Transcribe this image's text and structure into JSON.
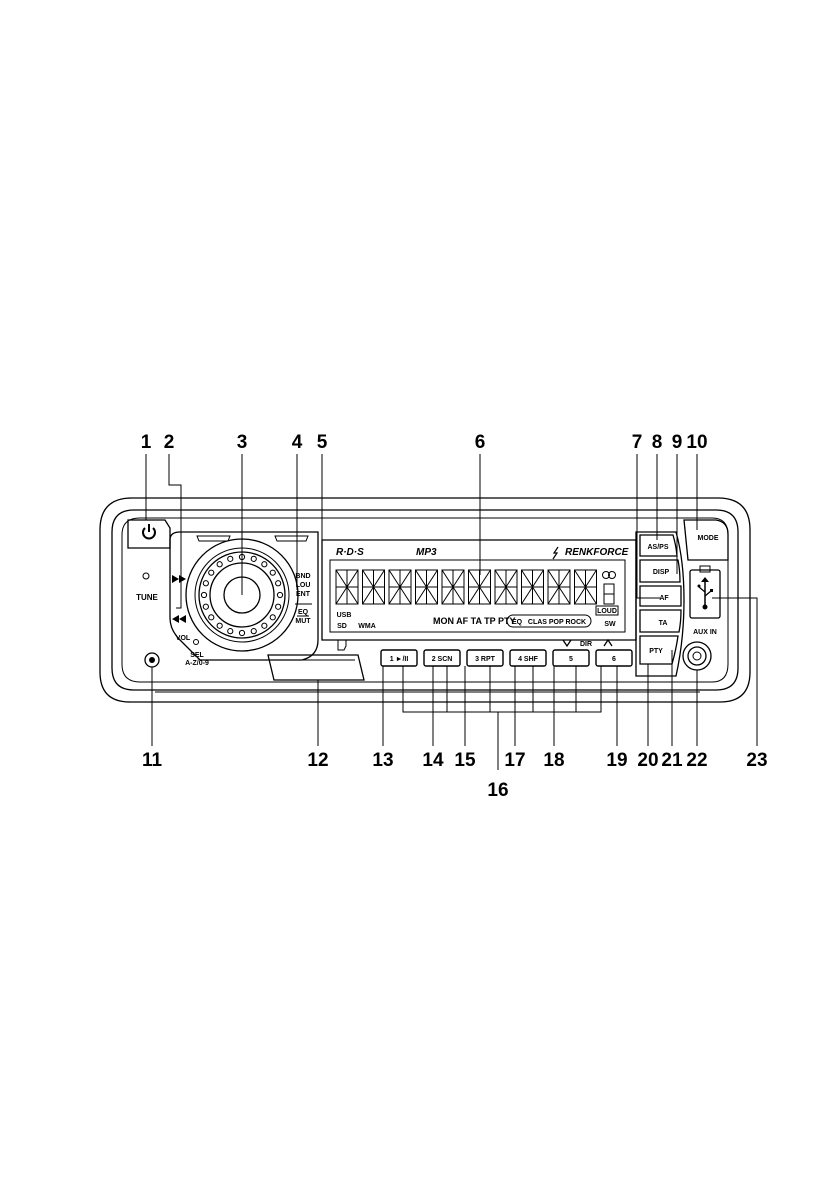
{
  "callouts": [
    "1",
    "2",
    "3",
    "4",
    "5",
    "6",
    "7",
    "8",
    "9",
    "10",
    "11",
    "12",
    "13",
    "14",
    "15",
    "16",
    "17",
    "18",
    "19",
    "20",
    "21",
    "22",
    "23"
  ],
  "panel_labels": {
    "tune": "TUNE",
    "vol": "VOL",
    "sel": "SEL",
    "sel_sub": "A-Z/0-9",
    "bnd": "BND",
    "lou": "LOU",
    "ent": "ENT",
    "eq": "EQ",
    "mut": "MUT",
    "as_ps": "AS/PS",
    "disp": "DISP",
    "af": "AF",
    "ta": "TA",
    "pty": "PTY",
    "mode": "MODE",
    "aux_in": "AUX IN",
    "dir": "DIR"
  },
  "display": {
    "rds": "R·D·S",
    "mp3": "MP3",
    "brand": "RENKFORCE",
    "usb": "USB",
    "sd": "SD",
    "wma": "WMA",
    "indicators": "MON AF TA TP PTY",
    "eq_tag": "EQ",
    "eq_modes": "CLAS POP ROCK",
    "loud": "LOUD",
    "sw": "SW"
  },
  "presets": [
    "1 ►/II",
    "2 SCN",
    "3 RPT",
    "4 SHF",
    "5",
    "6"
  ]
}
